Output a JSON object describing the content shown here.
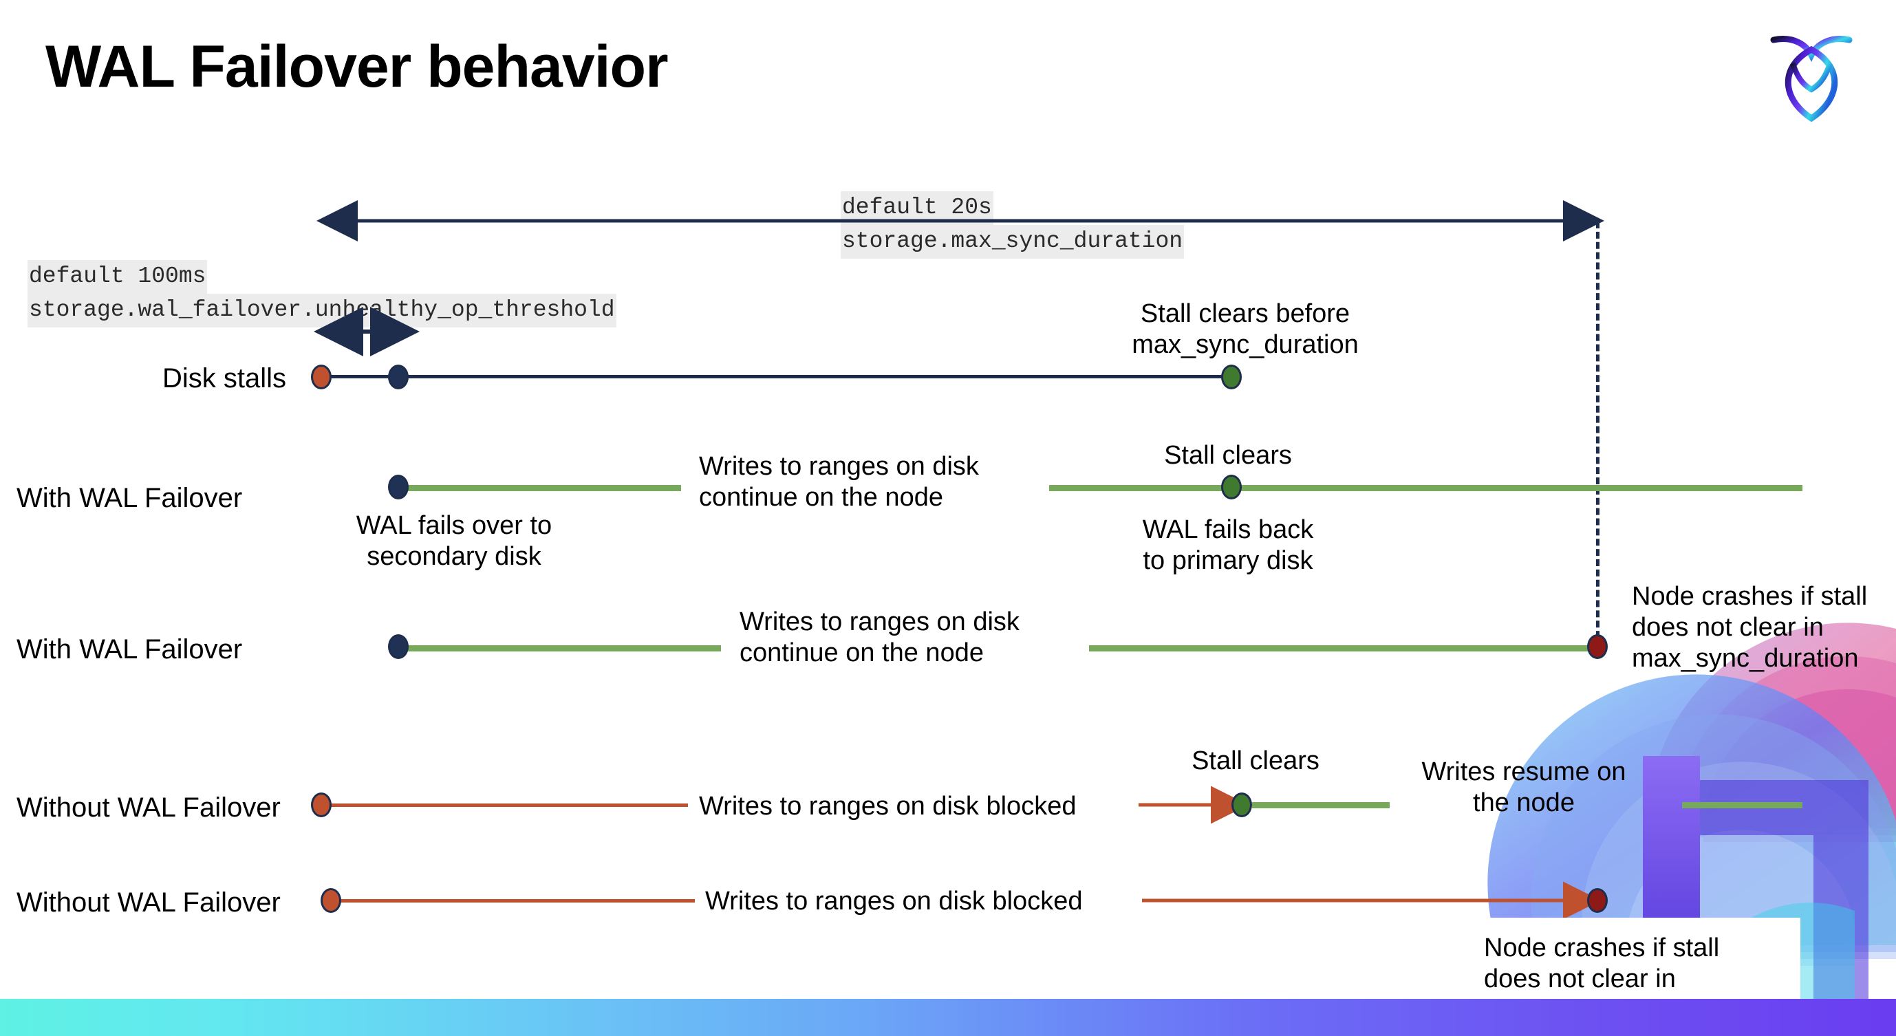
{
  "slide": {
    "title": "WAL Failover behavior",
    "brand_logo": "cockroach-logo-icon",
    "accent_colors": {
      "navy": "#1f2d4d",
      "green_line": "#76a95a",
      "green_dot": "#3f7a2e",
      "orange": "#c0512f",
      "dark_red": "#8d1a16",
      "code_bg": "#ececec",
      "bottom_bar_from": "#5ff1e4",
      "bottom_bar_to": "#6a3df0"
    }
  },
  "callouts": {
    "max_sync_duration": {
      "default": "default 20s",
      "setting": "storage.max_sync_duration"
    },
    "unhealthy_op_threshold": {
      "default": "default 100ms",
      "setting": "storage.wal_failover.unhealthy_op_threshold"
    }
  },
  "rows": [
    {
      "label": "Disk stalls",
      "annotations": [
        {
          "text": "Stall clears before\nmax_sync_duration"
        }
      ]
    },
    {
      "label": "With WAL Failover",
      "annotations": [
        {
          "text": "WAL fails over to\nsecondary disk"
        },
        {
          "text": "Writes to ranges on disk\ncontinue on the node"
        },
        {
          "text": "Stall clears"
        },
        {
          "text": "WAL fails  back\nto primary disk"
        }
      ]
    },
    {
      "label": "With WAL Failover",
      "annotations": [
        {
          "text": "Writes to ranges on disk\ncontinue on the node"
        },
        {
          "text": "Node crashes if stall\ndoes not clear in\nmax_sync_duration"
        }
      ]
    },
    {
      "label": "Without WAL Failover",
      "annotations": [
        {
          "text": "Writes to ranges on disk  blocked"
        },
        {
          "text": "Stall clears"
        },
        {
          "text": "Writes resume on\nthe node"
        }
      ]
    },
    {
      "label": "Without WAL Failover",
      "annotations": [
        {
          "text": "Writes to ranges on disk  blocked"
        },
        {
          "text": "Node crashes if stall\ndoes not clear in\nmax_sync_duration"
        }
      ]
    }
  ],
  "labels": {
    "disk_stalls": "Disk stalls",
    "with_wal_1": "With WAL Failover",
    "with_wal_2": "With WAL Failover",
    "without_wal_1": "Without WAL Failover",
    "without_wal_2": "Without WAL Failover",
    "stall_clears_before": "Stall clears before\nmax_sync_duration",
    "wal_fails_over": "WAL fails over to\nsecondary disk",
    "writes_continue_1": "Writes to ranges on disk\ncontinue on the node",
    "stall_clears_1": "Stall clears",
    "wal_fails_back": "WAL fails  back\nto primary disk",
    "writes_continue_2": "Writes to ranges on disk\ncontinue on the node",
    "node_crashes_1": "Node crashes if stall\ndoes not clear in\nmax_sync_duration",
    "writes_blocked_1": "Writes to ranges on disk  blocked",
    "stall_clears_2": "Stall clears",
    "writes_resume": "Writes resume on\nthe node",
    "writes_blocked_2": "Writes to ranges on disk  blocked",
    "node_crashes_2": "Node crashes if stall\ndoes not clear in\nmax_sync_duration"
  }
}
